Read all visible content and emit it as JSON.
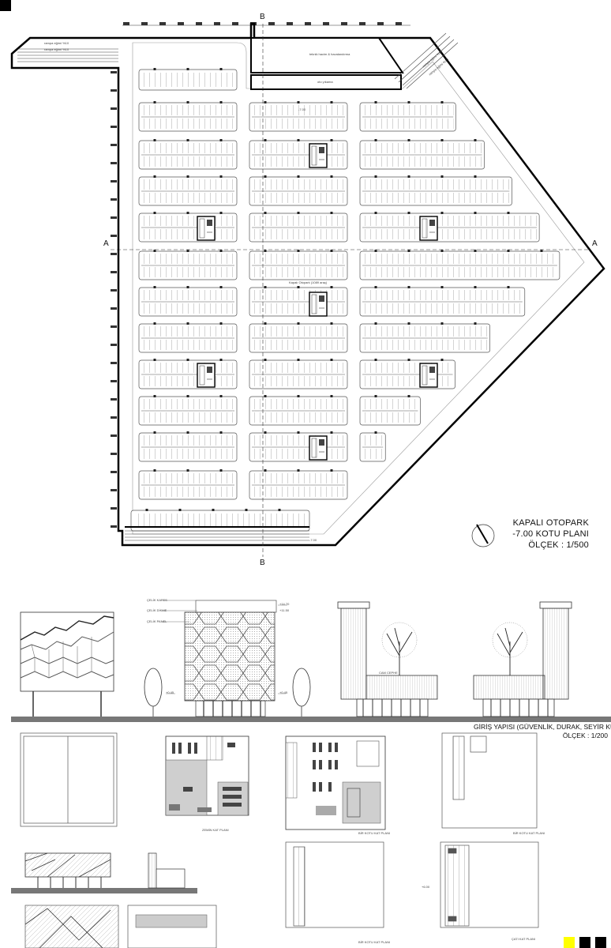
{
  "site_plan": {
    "section_marks": {
      "a_left": "A",
      "a_right": "A",
      "b_top": "B",
      "b_bottom": "B"
    },
    "title": "KAPALI OTOPARK",
    "level": "-7.00 KOTU PLANI",
    "scale": "ÖLÇEK : 1/500",
    "labels": {
      "ramp_top_1": "rampa eğimi %10",
      "ramp_top_2": "rampa eğimi %10",
      "ramp_right_1": "rampa eğimi %10",
      "ramp_right_2": "rampa eğimi %10",
      "technical_room": "teknik hacim & havalandırma",
      "car_wash": "oto yıkama",
      "parking_center": "Kapalı Otopark (1089 araç)",
      "parking_level": "-7.00",
      "bottom_level": "-7.00"
    }
  },
  "entrance_building": {
    "title": "GİRİŞ YAPISI (GÜVENLİK, DURAK, SEYİR KULESİ)",
    "scale": "ÖLÇEK : 1/200",
    "elevation_labels": {
      "l1": "ÇELİK KAFES",
      "l2": "ÇELİK DİKME",
      "l3": "ÇELİK PANEL",
      "l4": "CAM CEPHE"
    },
    "plan_labels": {
      "p1": "ZEMİN KAT PLANI",
      "p2": "BİR KOTU KAT PLANI",
      "p3": "BİR KOTU KAT PLANI",
      "p4": "BİR KOTU KAT PLANI",
      "p5": "ÇATI KAT PLANI"
    },
    "level_marks": {
      "m1": "+14.70",
      "m2": "+11.50",
      "m3": "+0.45",
      "m4": "+0.45",
      "m5": "+6.00"
    }
  },
  "colors": {
    "ink": "#111111",
    "accent": "#ffff00",
    "black": "#000000",
    "grey": "#777777",
    "panel": "#d6d6d6"
  }
}
